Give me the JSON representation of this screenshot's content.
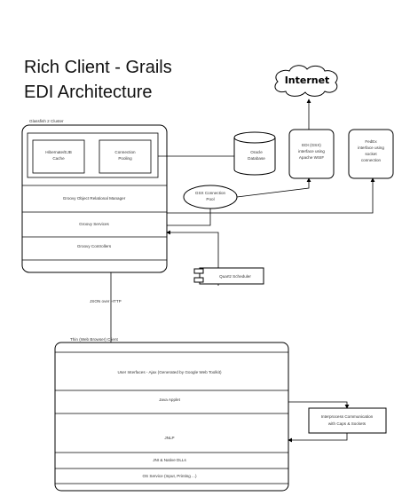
{
  "title": {
    "line1": "Rich Client - Grails",
    "line2": "EDI Architecture"
  },
  "internet": {
    "label": "Internet"
  },
  "server": {
    "cluster_label": "Glassfish 2 Cluster",
    "cache": [
      "Hibernate/EJB",
      "Cache"
    ],
    "pooling": [
      "Connection",
      "Pooling"
    ],
    "orm": "Groovy Object Relational Manager",
    "services": "Groovy Services",
    "controllers": "Groovy Controllers"
  },
  "oracle": [
    "Oracle",
    "Database"
  ],
  "gsx_interface": [
    "EDI (GSX)",
    "interface using",
    "Apache WSIF"
  ],
  "fedex": [
    "FedEx",
    "interface using",
    "socket",
    "connection"
  ],
  "gsx_pool": [
    "GSX Connection",
    "Pool"
  ],
  "quartz": "Quartz Scheduler",
  "json": "JSON over HTTP",
  "client": {
    "label": "Thin (Web Browser) Client",
    "ui": "User Interfaces - Ajax (Generated by Google Web Toolkit)",
    "applet": "Java Applet",
    "jnlp": "JNLP",
    "jni": "JNI & Native DLLs",
    "os": "OS Service (Input, Printing ...)"
  },
  "ipc": [
    "Interprocess Communication",
    "with Caps & Sockets"
  ]
}
